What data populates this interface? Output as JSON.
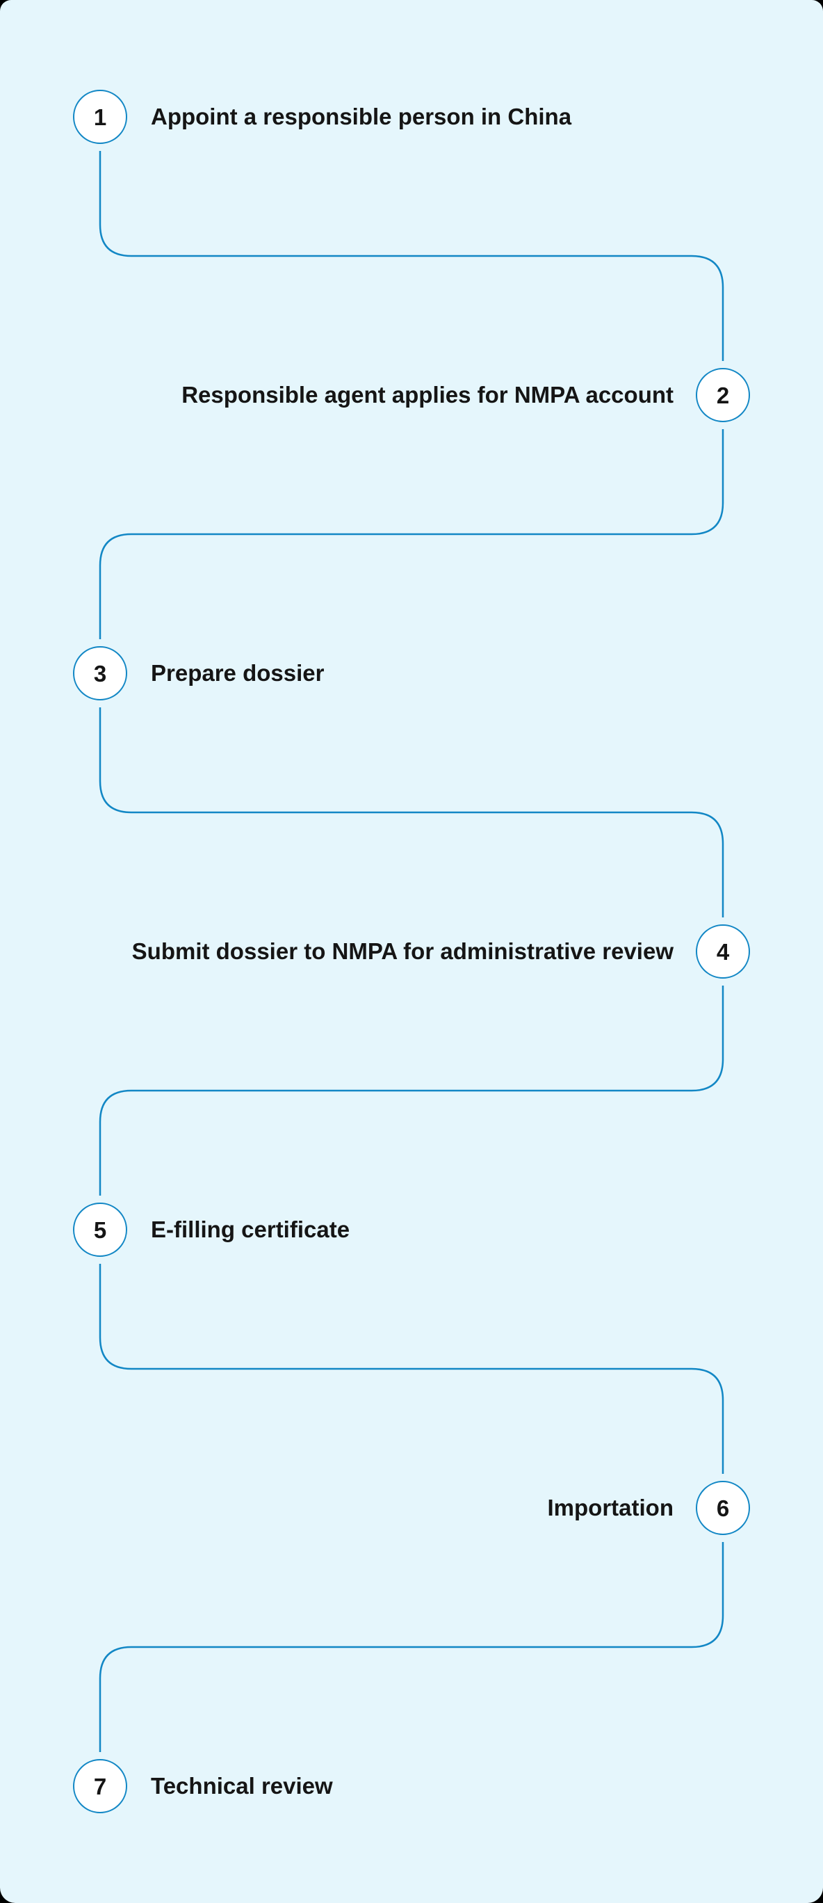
{
  "colors": {
    "accent": "#1287c5",
    "card_background": "#e5f6fc",
    "page_background": "#000000",
    "text": "#151515",
    "circle_fill": "#ffffff"
  },
  "steps": [
    {
      "num": "1",
      "label": "Appoint a responsible person in China"
    },
    {
      "num": "2",
      "label": "Responsible agent applies for NMPA account"
    },
    {
      "num": "3",
      "label": "Prepare dossier"
    },
    {
      "num": "4",
      "label": "Submit dossier to NMPA for administrative review"
    },
    {
      "num": "5",
      "label": "E-filling certificate"
    },
    {
      "num": "6",
      "label": "Importation"
    },
    {
      "num": "7",
      "label": "Technical review"
    }
  ]
}
